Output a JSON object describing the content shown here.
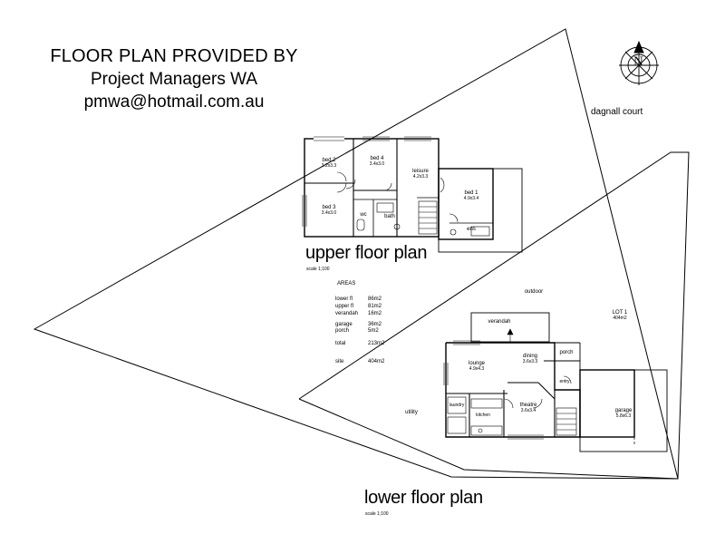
{
  "header": {
    "line1": "FLOOR PLAN PROVIDED BY",
    "line2": "Project Managers WA",
    "line3": "pmwa@hotmail.com.au"
  },
  "compass": {
    "letter": "N"
  },
  "street": "dagnall court",
  "upper": {
    "title": "upper floor plan",
    "scale": "scale 1;100",
    "rooms": [
      {
        "name": "bed 2",
        "dim": "3.2x3.3"
      },
      {
        "name": "bed 4",
        "dim": "3.4x3.0"
      },
      {
        "name": "leisure",
        "dim": "4.2x3.3"
      },
      {
        "name": "bed 3",
        "dim": "3.4x3.0"
      },
      {
        "name": "wc",
        "dim": ""
      },
      {
        "name": "bath",
        "dim": ""
      },
      {
        "name": "bed 1",
        "dim": "4.9x3.4"
      },
      {
        "name": "ens",
        "dim": ""
      }
    ]
  },
  "areas": {
    "title": "AREAS",
    "rows": [
      {
        "label": "lower fl",
        "value": "86m2"
      },
      {
        "label": "upper fl",
        "value": "81m2"
      },
      {
        "label": "verandah",
        "value": "16m2"
      },
      {
        "label": "garage",
        "value": "36m2"
      },
      {
        "label": "porch",
        "value": "5m2"
      },
      {
        "label": "total",
        "value": "213m2"
      },
      {
        "label": "site",
        "value": "404m2"
      }
    ]
  },
  "lower": {
    "title": "lower floor plan",
    "scale": "scale 1;100",
    "labels": {
      "outdoor": "outdoor",
      "lot": "LOT 1",
      "lot_area": "404m2",
      "utility": "utility",
      "verandah": "verandah",
      "porch": "porch",
      "entry": "entry",
      "laundry": "laundry",
      "kitchen": "kitchen"
    },
    "rooms": [
      {
        "name": "lounge",
        "dim": "4.9x4.3"
      },
      {
        "name": "dining",
        "dim": "3.6x3.3"
      },
      {
        "name": "theatre",
        "dim": "3.6x3.4"
      },
      {
        "name": "garage",
        "dim": "5.8x6.3"
      }
    ]
  }
}
